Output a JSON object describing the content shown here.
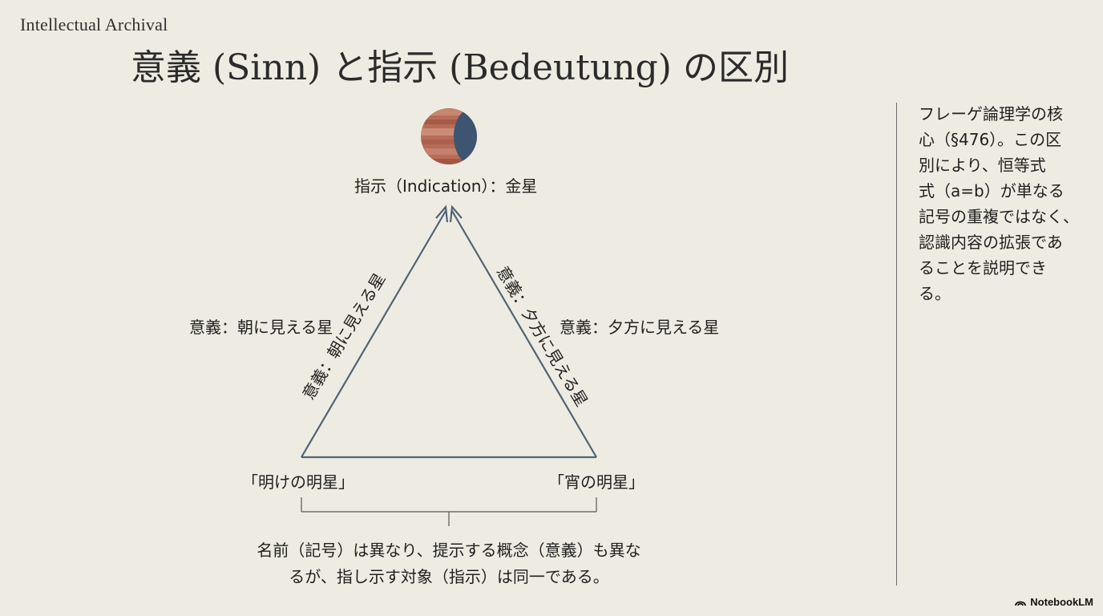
{
  "brand": "Intellectual Archival",
  "title": "意義 (Sinn) と指示 (Bedeutung) の区別",
  "diagram": {
    "top_label": "指示（Indication）：金星",
    "left_sense_label": "意義：朝に見える星",
    "right_sense_label": "意義：夕方に見える星",
    "left_edge_label": "意義：朝に見える星",
    "right_edge_label": "意義：夕方に見える星",
    "bottom_left_label": "「明けの明星」",
    "bottom_right_label": "「宵の明星」",
    "summary_line_1": "名前（記号）は異なり、提示する概念（意義）も異な",
    "summary_line_2": "るが、指し示す対象（指示）は同一である。",
    "planet_icon": "venus-planet-icon"
  },
  "side_note": {
    "lines": [
      "フレーゲ論理学の核",
      "心（§476）。この区",
      "別により、恒等式",
      "式（a=b）が単なる",
      "記号の重複ではなく、",
      "認識内容の拡張であ",
      "ることを説明でき",
      "る。"
    ]
  },
  "footer": {
    "badge_label": "NotebookLM",
    "badge_icon": "notebooklm-logo-icon"
  },
  "colors": {
    "background": "#eeece2",
    "diagram_line": "#4f6475",
    "planet_body": "#b86c58",
    "planet_shadow": "#3d5570"
  }
}
